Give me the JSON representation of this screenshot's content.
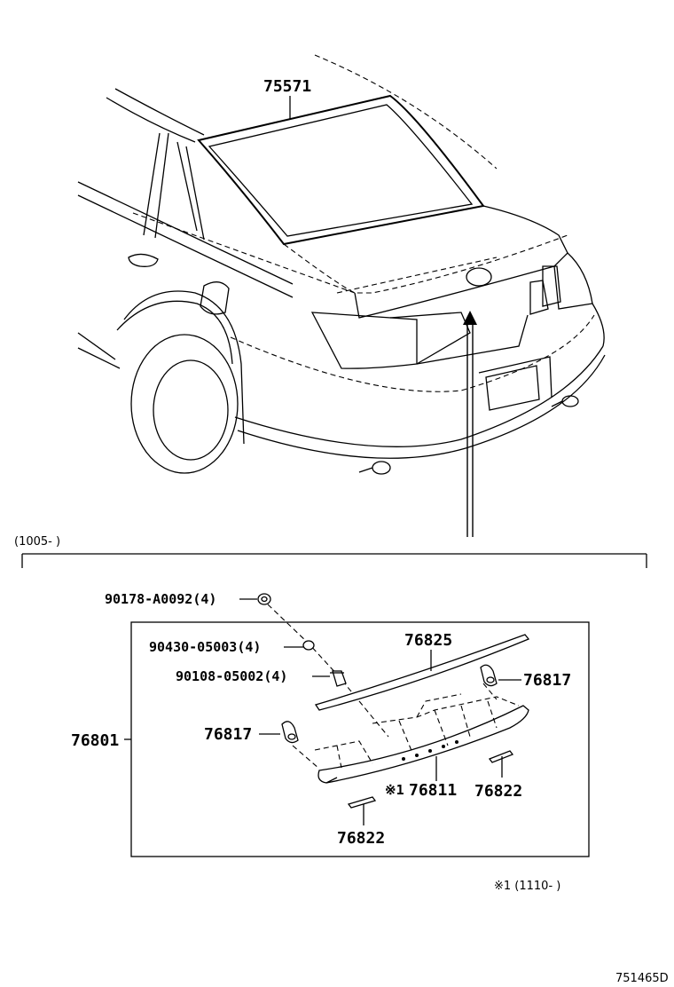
{
  "labels": {
    "p75571": "75571",
    "p90178": "90178-A0092(4)",
    "p90430": "90430-05003(4)",
    "p90108": "90108-05002(4)",
    "p76825": "76825",
    "p76817a": "76817",
    "p76817b": "76817",
    "p76801": "76801",
    "p76811": "76811",
    "p76811_mark": "※1",
    "p76822a": "76822",
    "p76822b": "76822"
  },
  "notes": {
    "date_range": "(1005-    )",
    "footnote": "※1 (1110-      )",
    "figure_id": "751465D"
  }
}
